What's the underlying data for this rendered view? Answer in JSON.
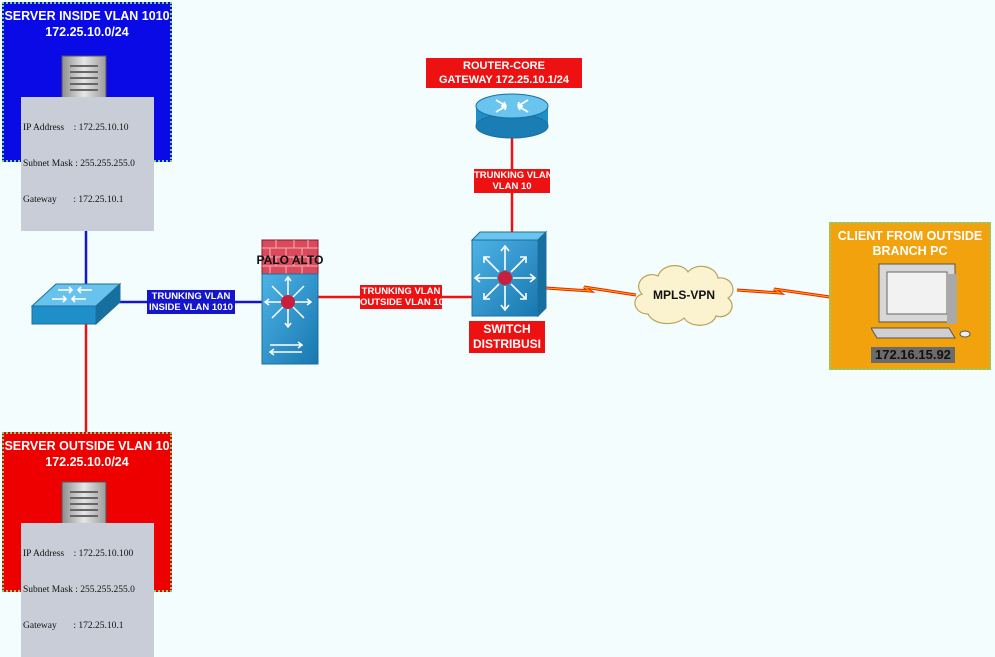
{
  "server_inside": {
    "title": "SERVER INSIDE VLAN 1010",
    "subnet": "172.25.10.0/24",
    "config": [
      "IP Address    : 172.25.10.10",
      "Subnet Mask : 255.255.255.0",
      "Gateway       : 172.25.10.1"
    ],
    "color": "#0a0ae6"
  },
  "server_outside": {
    "title": "SERVER OUTSIDE VLAN 10",
    "subnet": "172.25.10.0/24",
    "config": [
      "IP Address    : 172.25.10.100",
      "Subnet Mask : 255.255.255.0",
      "Gateway       : 172.25.10.1"
    ],
    "color": "#ee0000"
  },
  "client": {
    "title_line1": "CLIENT FROM OUTSIDE",
    "title_line2": "BRANCH PC",
    "ip": "172.16.15.92",
    "color": "#f2a20c"
  },
  "router": {
    "label_line1": "ROUTER-CORE",
    "label_line2": "GATEWAY 172.25.10.1/24"
  },
  "firewall": {
    "label": "PALO ALTO"
  },
  "switch_dist": {
    "label_line1": "SWITCH",
    "label_line2": "DISTRIBUSI"
  },
  "cloud": {
    "label": "MPLS-VPN"
  },
  "links": {
    "trunk_inside_1": "TRUNKING VLAN",
    "trunk_inside_2": "INSIDE VLAN 1010",
    "trunk_outside_1": "TRUNKING VLAN",
    "trunk_outside_2": "OUTSIDE VLAN 10",
    "trunk_router_1": "TRUNKING VLAN",
    "trunk_router_2": "VLAN 10"
  },
  "colors": {
    "blue_link": "#1515cc",
    "red_link": "#ee1111",
    "device_blue": "#1f8fc9"
  }
}
